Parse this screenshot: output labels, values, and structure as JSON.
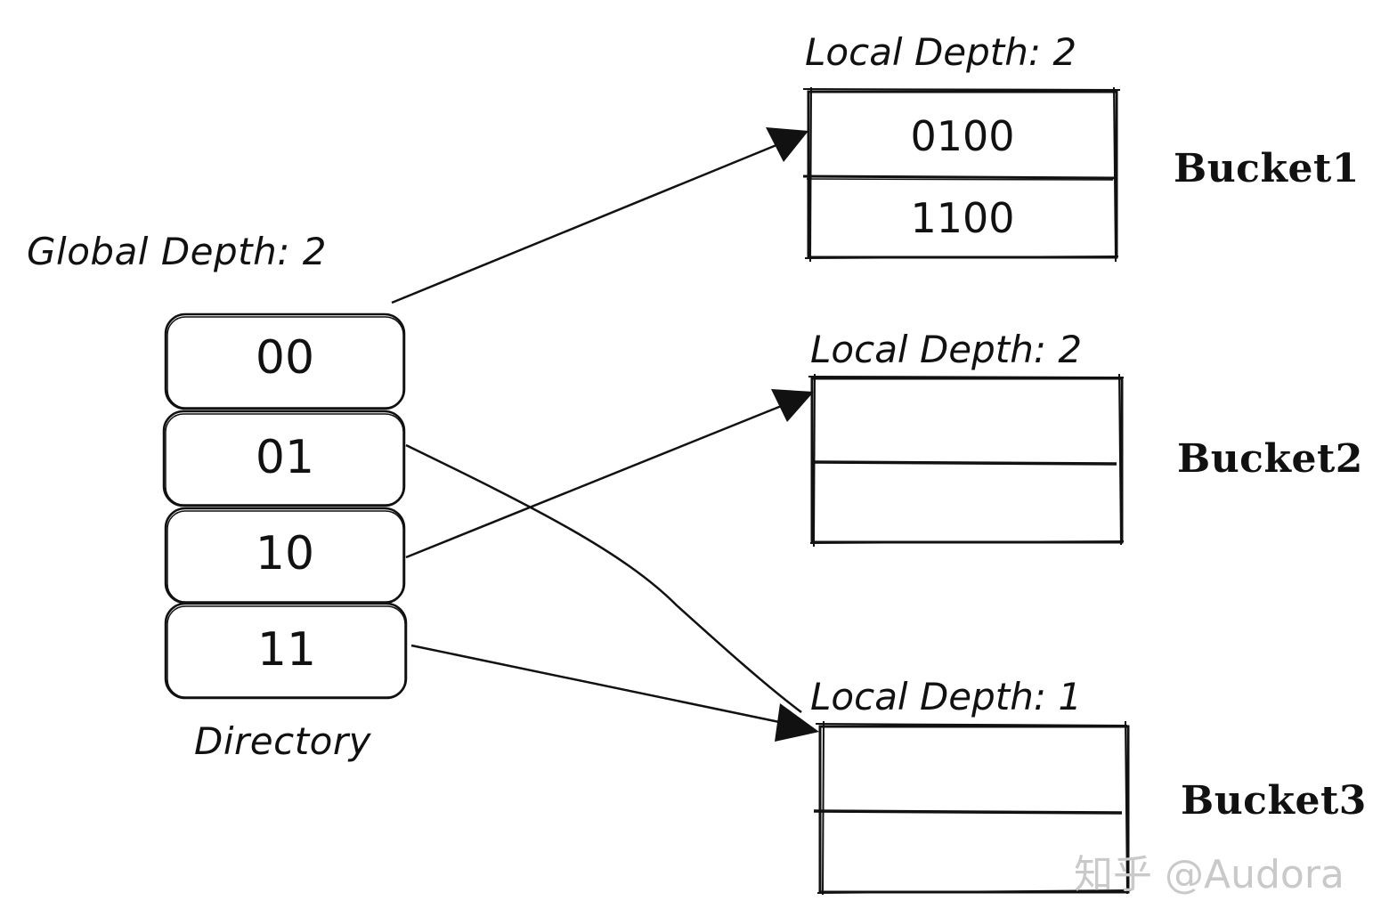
{
  "directory": {
    "global_depth_label": "Global Depth: 2",
    "label": "Directory",
    "cells": [
      "00",
      "01",
      "10",
      "11"
    ]
  },
  "buckets": [
    {
      "name": "Bucket1",
      "local_depth_label": "Local Depth: 2",
      "slots": [
        "0100",
        "1100"
      ]
    },
    {
      "name": "Bucket2",
      "local_depth_label": "Local Depth: 2",
      "slots": [
        "",
        ""
      ]
    },
    {
      "name": "Bucket3",
      "local_depth_label": "Local Depth: 1",
      "slots": [
        "",
        ""
      ]
    }
  ],
  "edges": [
    {
      "from": "00",
      "to": "Bucket1"
    },
    {
      "from": "01",
      "to": "Bucket3"
    },
    {
      "from": "10",
      "to": "Bucket2"
    },
    {
      "from": "11",
      "to": "Bucket3"
    }
  ],
  "watermark": "知乎 @Audora",
  "colors": {
    "ink": "#111111",
    "watermark": "#c9c9c9",
    "background": "#ffffff"
  }
}
